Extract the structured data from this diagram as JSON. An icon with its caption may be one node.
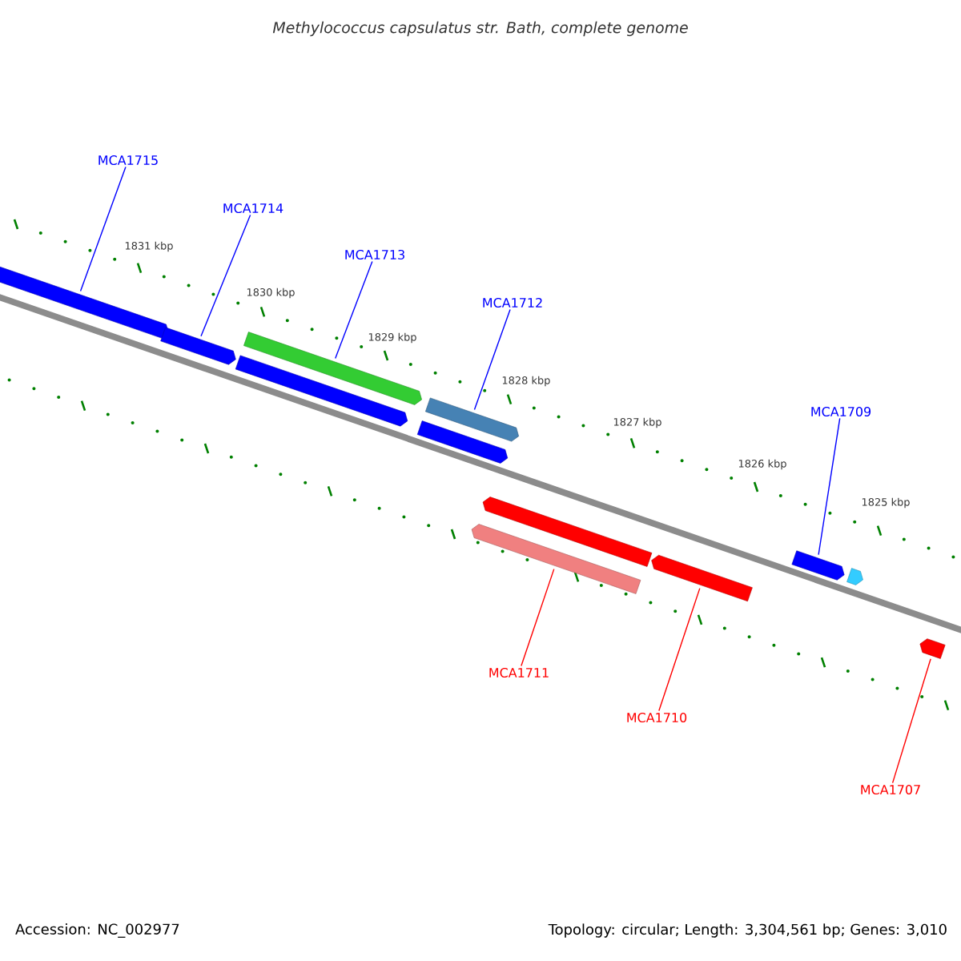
{
  "diagram": {
    "title": "Methylococcus capsulatus str. Bath, complete genome",
    "nodes": [
      {
        "text": [
          "MCA1715"
        ]
      },
      {
        "text": [
          "MCA1714"
        ]
      },
      {
        "text": [
          "MCA1713"
        ]
      },
      {
        "text": [
          "MCA1712"
        ]
      },
      {
        "text": [
          "MCA1709"
        ]
      },
      {
        "text": [
          "MCA1711"
        ]
      },
      {
        "text": [
          "MCA1710"
        ]
      },
      {
        "text": [
          "MCA1707"
        ]
      },
      {
        "text": [],
        "shape": "arrow"
      },
      {
        "text": [],
        "shape": "arrow"
      },
      {
        "text": [],
        "shape": "arrow"
      },
      {
        "text": [],
        "shape": "arrow"
      },
      {
        "text": [],
        "shape": "arrow"
      },
      {
        "text": [],
        "shape": "arrow"
      },
      {
        "text": [],
        "shape": "arrow"
      },
      {
        "text": [],
        "shape": "arrow"
      },
      {
        "text": [],
        "shape": "arrow"
      },
      {
        "text": [],
        "shape": "arrow"
      },
      {
        "text": [],
        "shape": "arrow"
      },
      {
        "text": [],
        "shape": "arrow"
      }
    ],
    "edges": [
      {
        "from": 0,
        "to": 8,
        "arrow": "none"
      },
      {
        "from": 1,
        "to": 9,
        "arrow": "none"
      },
      {
        "from": 2,
        "to": 10,
        "arrow": "none"
      },
      {
        "from": 3,
        "to": 12,
        "arrow": "none"
      },
      {
        "from": 4,
        "to": 17,
        "arrow": "none"
      },
      {
        "from": 5,
        "to": 15,
        "arrow": "none",
        "color": "#ff0000"
      },
      {
        "from": 6,
        "to": 16,
        "arrow": "none",
        "color": "#ff0000"
      },
      {
        "from": 7,
        "to": 19,
        "arrow": "none",
        "color": "#ff0000"
      }
    ],
    "labels": [
      "1831 kbp",
      "1830 kbp",
      "1829 kbp",
      "1828 kbp",
      "1827 kbp",
      "1826 kbp",
      "1825 kbp",
      "Accession: NC_002977",
      "Topology: circular; Length: 3,304,561 bp; Genes: 3,010"
    ]
  }
}
